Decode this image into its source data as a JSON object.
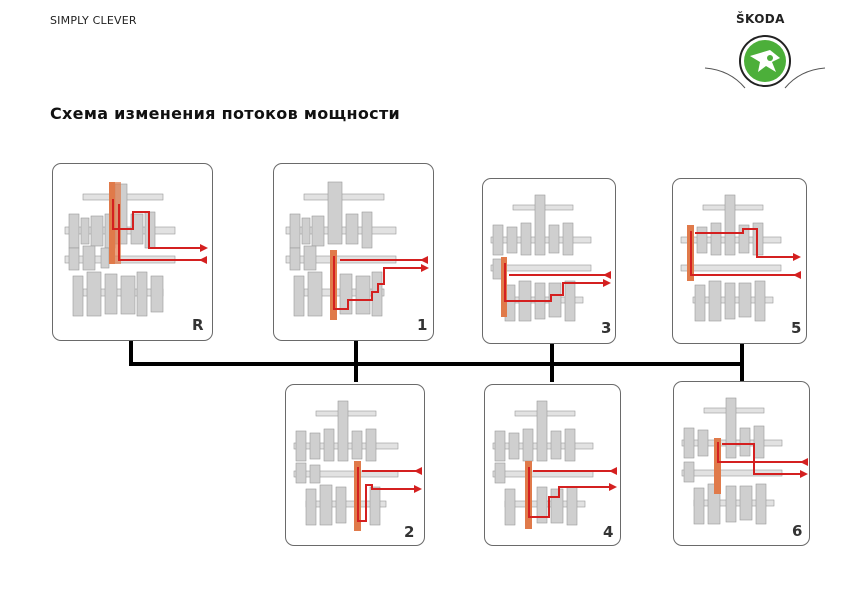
{
  "header": {
    "tagline": "SIMPLY CLEVER",
    "brand": "ŠKODA",
    "logo_icon": "skoda-winged-arrow-logo"
  },
  "title": "Схема изменения потоков мощности",
  "gears": [
    {
      "id": "R",
      "label": "R"
    },
    {
      "id": "1",
      "label": "1"
    },
    {
      "id": "3",
      "label": "3"
    },
    {
      "id": "5",
      "label": "5"
    },
    {
      "id": "2",
      "label": "2"
    },
    {
      "id": "4",
      "label": "4"
    },
    {
      "id": "6",
      "label": "6"
    }
  ],
  "colors": {
    "power_flow": "#d42020",
    "active_gear": "#e07a4a",
    "gear_gray": "#c6c6c6",
    "logo_green": "#4caf3a"
  }
}
